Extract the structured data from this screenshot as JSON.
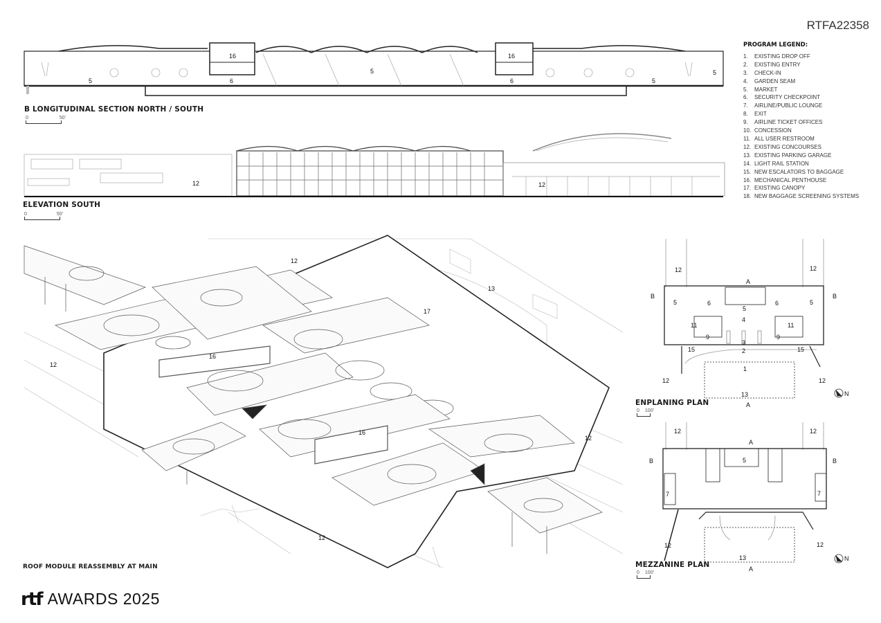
{
  "ref_code": "RTFA22358",
  "legend": {
    "heading": "PROGRAM LEGEND:",
    "items": [
      {
        "n": "1.",
        "label": "EXISTING DROP OFF"
      },
      {
        "n": "2.",
        "label": "EXISTING ENTRY"
      },
      {
        "n": "3.",
        "label": "CHECK-IN"
      },
      {
        "n": "4.",
        "label": "GARDEN SEAM"
      },
      {
        "n": "5.",
        "label": "MARKET"
      },
      {
        "n": "6.",
        "label": "SECURITY CHECKPOINT"
      },
      {
        "n": "7.",
        "label": "AIRLINE/PUBLIC LOUNGE"
      },
      {
        "n": "8.",
        "label": "EXIT"
      },
      {
        "n": "9.",
        "label": "AIRLINE TICKET OFFICES"
      },
      {
        "n": "10.",
        "label": "CONCESSION"
      },
      {
        "n": "11.",
        "label": "ALL USER RESTROOM"
      },
      {
        "n": "12.",
        "label": "EXISTING CONCOURSES"
      },
      {
        "n": "13.",
        "label": "EXISTING PARKING GARAGE"
      },
      {
        "n": "14.",
        "label": "LIGHT RAIL STATION"
      },
      {
        "n": "15.",
        "label": "NEW ESCALATORS TO BAGGAGE"
      },
      {
        "n": "16.",
        "label": "MECHANICAL PENTHOUSE"
      },
      {
        "n": "17.",
        "label": "EXISTING CANOPY"
      },
      {
        "n": "18.",
        "label": "NEW BAGGAGE SCREENING SYSTEMS"
      }
    ]
  },
  "section": {
    "title": "B  LONGITUDINAL SECTION NORTH / SOUTH",
    "scale_zero": "0",
    "scale_end": "50'",
    "labels": [
      "5",
      "16",
      "6",
      "5",
      "6",
      "16",
      "5",
      "5"
    ]
  },
  "elevation": {
    "title": "ELEVATION  SOUTH",
    "scale_zero": "0",
    "scale_end": "50'",
    "labels": [
      "12",
      "12"
    ]
  },
  "axon": {
    "title": "ROOF MODULE REASSEMBLY AT MAIN",
    "labels": [
      "12",
      "13",
      "17",
      "12",
      "16",
      "16",
      "12",
      "12"
    ]
  },
  "enplaning": {
    "title": "ENPLANING PLAN",
    "scale_zero": "0",
    "scale_end": "100'",
    "labels": [
      "12",
      "12",
      "5",
      "6",
      "5",
      "6",
      "5",
      "4",
      "11",
      "11",
      "9",
      "9",
      "3",
      "2",
      "15",
      "15",
      "1",
      "12",
      "12",
      "13"
    ],
    "section_a": "A",
    "section_b": "B",
    "north": "N"
  },
  "mezzanine": {
    "title": "MEZZANINE PLAN",
    "scale_zero": "0",
    "scale_end": "100'",
    "labels": [
      "12",
      "12",
      "5",
      "7",
      "7",
      "12",
      "12",
      "13"
    ],
    "section_a": "A",
    "section_b": "B",
    "north": "N"
  },
  "footer": {
    "logo_mark": "rtf",
    "awards": "AWARDS 2025"
  }
}
